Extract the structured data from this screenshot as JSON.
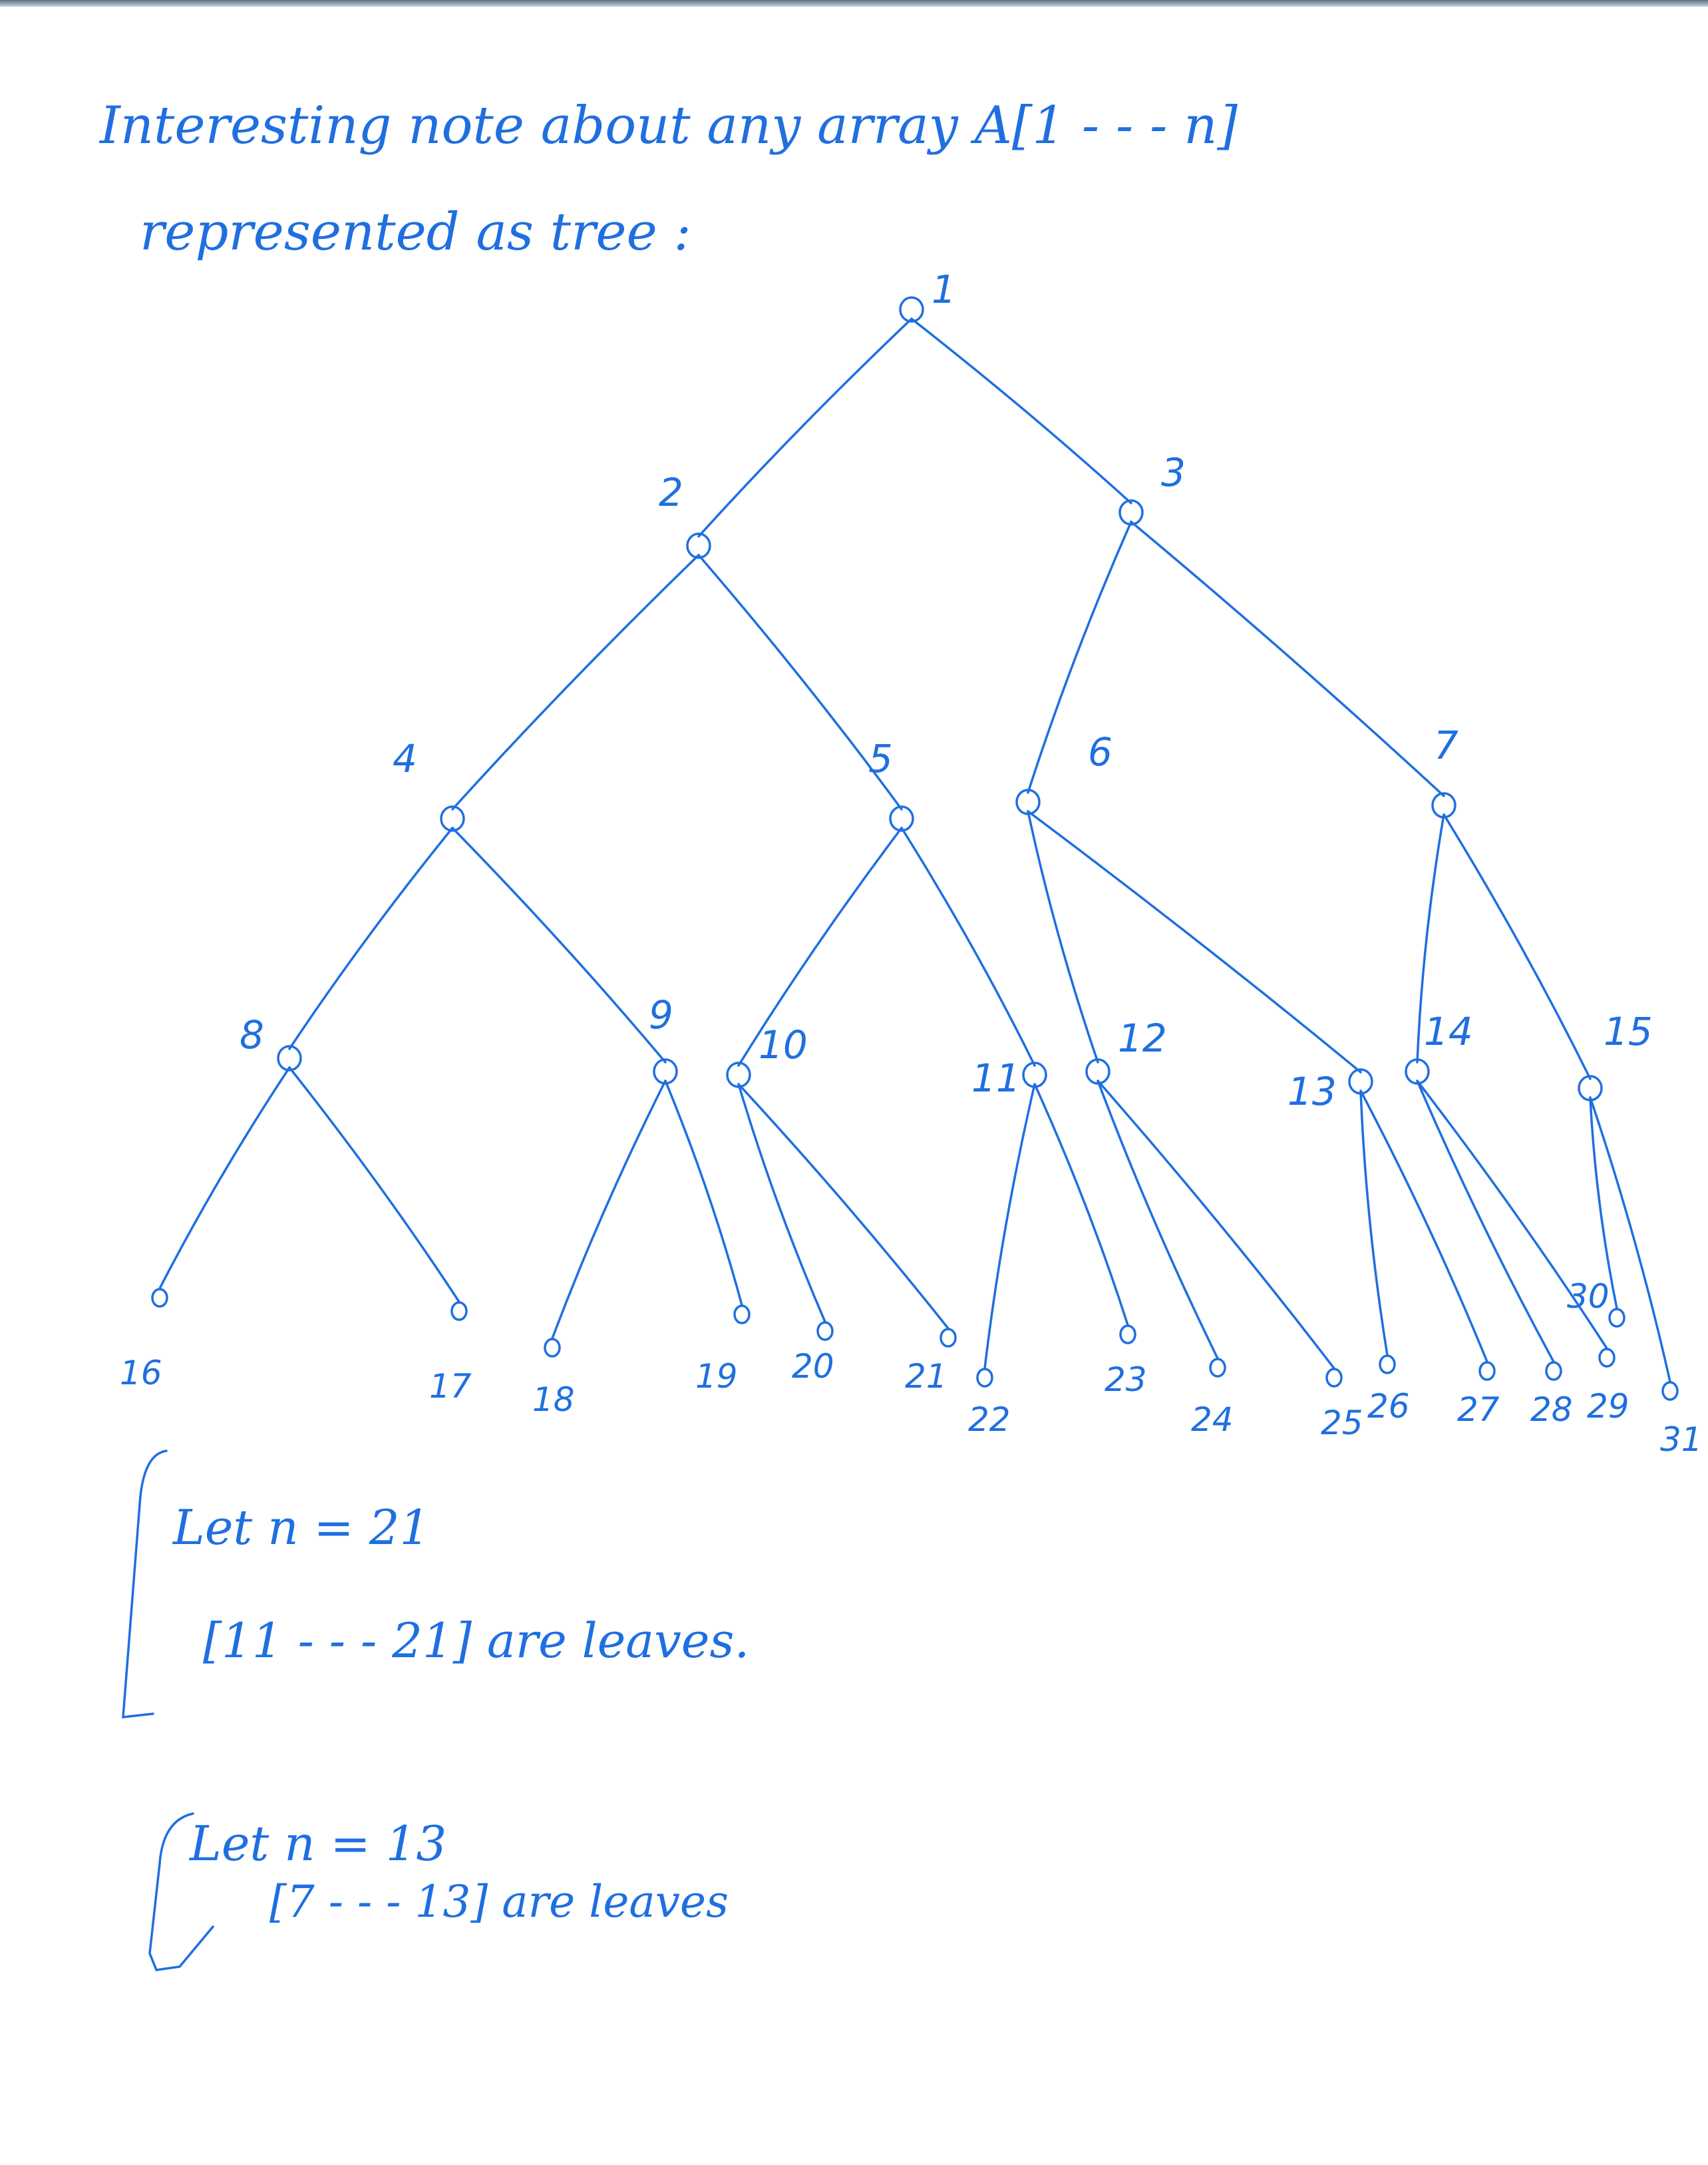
{
  "header": {
    "line1": "Interesting note about any array A[1 - - - n]",
    "line2": "represented as tree :"
  },
  "tree": {
    "nodes": [
      "1",
      "2",
      "3",
      "4",
      "5",
      "6",
      "7",
      "8",
      "9",
      "10",
      "11",
      "12",
      "13",
      "14",
      "15",
      "16",
      "17",
      "18",
      "19",
      "20",
      "21",
      "22",
      "23",
      "24",
      "25",
      "26",
      "27",
      "28",
      "29",
      "30",
      "31"
    ]
  },
  "notes": [
    {
      "line1": "Let n = 21",
      "line2": "[11 - - - 21] are leaves."
    },
    {
      "line1": "Let n = 13",
      "line2": "[7 - - - 13] are leaves"
    }
  ],
  "colors": {
    "ink": "#1f6fe0",
    "paper": "#ffffff"
  }
}
